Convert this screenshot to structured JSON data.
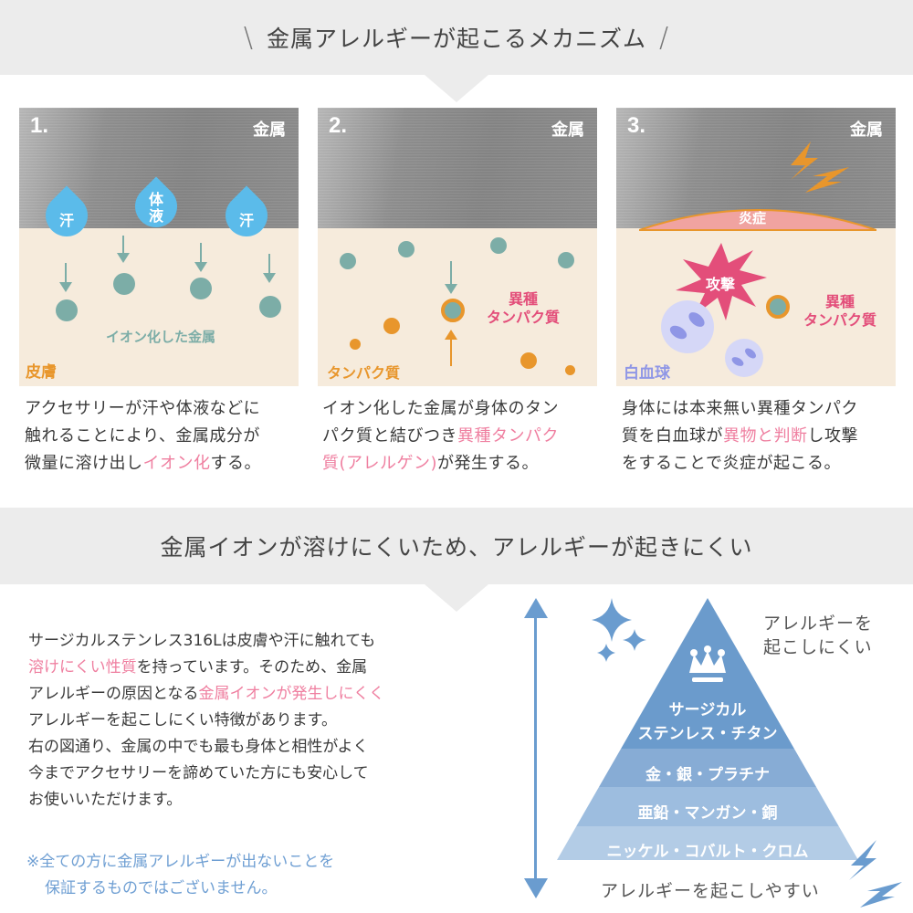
{
  "section1": {
    "title": "金属アレルギーが起こるメカニズム",
    "slash_left": "\\",
    "slash_right": "/"
  },
  "steps": [
    {
      "number": "1.",
      "metal_label": "金属",
      "drops": [
        "汗",
        "体液",
        "汗"
      ],
      "ion_label": "イオン化した金属",
      "skin_label": "皮膚",
      "description": {
        "line1": "アクセサリーが汗や体液などに",
        "line2": "触れることにより、金属成分が",
        "line3_pre": "微量に溶け出し",
        "line3_hl": "イオン化",
        "line3_post": "する。"
      }
    },
    {
      "number": "2.",
      "metal_label": "金属",
      "foreign_protein_line1": "異種",
      "foreign_protein_line2": "タンパク質",
      "protein_label": "タンパク質",
      "description": {
        "line1": "イオン化した金属が身体のタン",
        "line2_pre": "パク質と結びつき",
        "line2_hl": "異種タンパク",
        "line3_hl": "質(アレルゲン)",
        "line3_post": "が発生する。"
      }
    },
    {
      "number": "3.",
      "metal_label": "金属",
      "inflammation_label": "炎症",
      "attack_label": "攻撃",
      "foreign_protein_line1": "異種",
      "foreign_protein_line2": "タンパク質",
      "wbc_label": "白血球",
      "description": {
        "line1": "身体には本来無い異種タンパク",
        "line2_pre": "質を白血球が",
        "line2_hl": "異物と判断",
        "line2_post": "し攻撃",
        "line3": "をすることで炎症が起こる。"
      }
    }
  ],
  "section2": {
    "title": "金属イオンが溶けにくいため、アレルギーが起きにくい",
    "body": {
      "l1": "サージカルステンレス316Lは皮膚や汗に触れても",
      "l2_hl": "溶けにくい性質",
      "l2_post": "を持っています。そのため、金属",
      "l3_pre": "アレルギーの原因となる",
      "l3_hl": "金属イオンが発生しにくく",
      "l4": "アレルギーを起こしにくい特徴があります。",
      "l5": "右の図通り、金属の中でも最も身体と相性がよく",
      "l6": "今までアクセサリーを諦めていた方にも安心して",
      "l7": "お使いいただけます。"
    },
    "note": {
      "l1": "※全ての方に金属アレルギーが出ないことを",
      "l2": "保証するものではございません。"
    },
    "pyramid": {
      "top_label": "アレルギーを",
      "top_label2": "起こしにくい",
      "bottom_label": "アレルギーを起こしやすい",
      "tiers": [
        {
          "line1": "サージカル",
          "line2": "ステンレス・チタン",
          "color": "#6b9bcc"
        },
        {
          "line1": "金・銀・プラチナ",
          "color": "#87acd5"
        },
        {
          "line1": "亜鉛・マンガン・銅",
          "color": "#9dbddf"
        },
        {
          "line1": "ニッケル・コバルト・クロム",
          "color": "#b3cce6"
        }
      ]
    }
  },
  "colors": {
    "banner_bg": "#ececec",
    "skin": "#f6ebdc",
    "ion": "#7cada7",
    "protein": "#e8962c",
    "highlight": "#ef7fa0",
    "pink_label": "#e34e7a",
    "note_blue": "#6f9fd3",
    "pyramid_blue": "#6b9bcc"
  }
}
